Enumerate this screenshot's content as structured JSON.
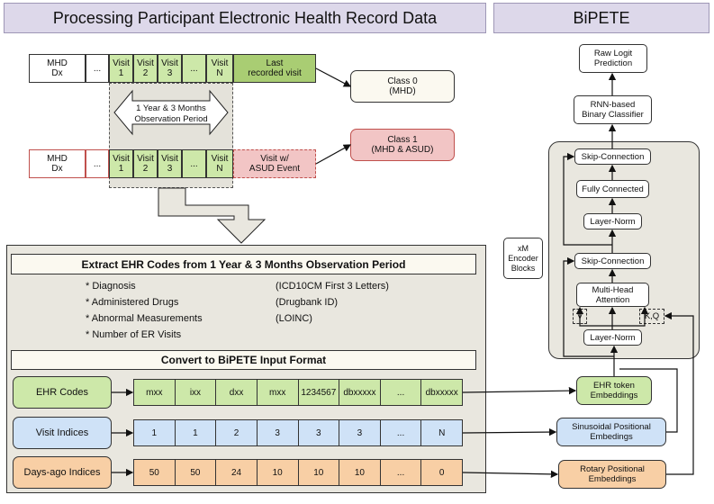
{
  "left_title": "Processing Participant Electronic Health Record Data",
  "right_title": "BiPETE",
  "row1": {
    "cells": [
      "MHD\nDx",
      "...",
      "Visit\n1",
      "Visit\n2",
      "Visit\n3",
      "...",
      "Visit\nN"
    ],
    "last": "Last\nrecorded visit"
  },
  "row2": {
    "cells": [
      "MHD\nDx",
      "...",
      "Visit\n1",
      "Visit\n2",
      "Visit\n3",
      "...",
      "Visit\nN"
    ],
    "last": "Visit w/\nASUD Event"
  },
  "observation_period": "1 Year & 3 Months\nObservation Period",
  "class0": "Class 0\n(MHD)",
  "class1": "Class 1\n(MHD & ASUD)",
  "extract_header": "Extract EHR Codes from 1 Year & 3 Months Observation Period",
  "extract_items": [
    {
      "label": "* Diagnosis",
      "source": "(ICD10CM First 3 Letters)"
    },
    {
      "label": "* Administered Drugs",
      "source": "(Drugbank ID)"
    },
    {
      "label": "* Abnormal Measurements",
      "source": "(LOINC)"
    },
    {
      "label": "* Number of ER Visits",
      "source": ""
    }
  ],
  "convert_header": "Convert to BiPETE Input Format",
  "input_rows": [
    {
      "label": "EHR Codes",
      "values": [
        "mxx",
        "ixx",
        "dxx",
        "mxx",
        "1234567",
        "dbxxxxx",
        "...",
        "dbxxxxx"
      ],
      "embedding": "EHR token\nEmbeddings",
      "color": "#cde8a9"
    },
    {
      "label": "Visit Indices",
      "values": [
        "1",
        "1",
        "2",
        "3",
        "3",
        "3",
        "...",
        "N"
      ],
      "embedding": "Sinusoidal Positional\nEmbedings",
      "color": "#cfe2f7"
    },
    {
      "label": "Days-ago Indices",
      "values": [
        "50",
        "50",
        "24",
        "10",
        "10",
        "10",
        "...",
        "0"
      ],
      "embedding": "Rotary Positional\nEmbeddings",
      "color": "#f8cfa5"
    }
  ],
  "model": {
    "raw_logit": "Raw Logit\nPrediction",
    "rnn": "RNN-based\nBinary Classifier",
    "skip_top": "Skip-Connection",
    "fully_connected": "Fully Connected",
    "layer_norm_top": "Layer-Norm",
    "encoder_blocks": "xM\nEncoder\nBlocks",
    "skip_bottom": "Skip-Connection",
    "attention": "Multi-Head\nAttention",
    "v_label": "V",
    "kq_label": "K,Q",
    "layer_norm_bottom": "Layer-Norm"
  }
}
